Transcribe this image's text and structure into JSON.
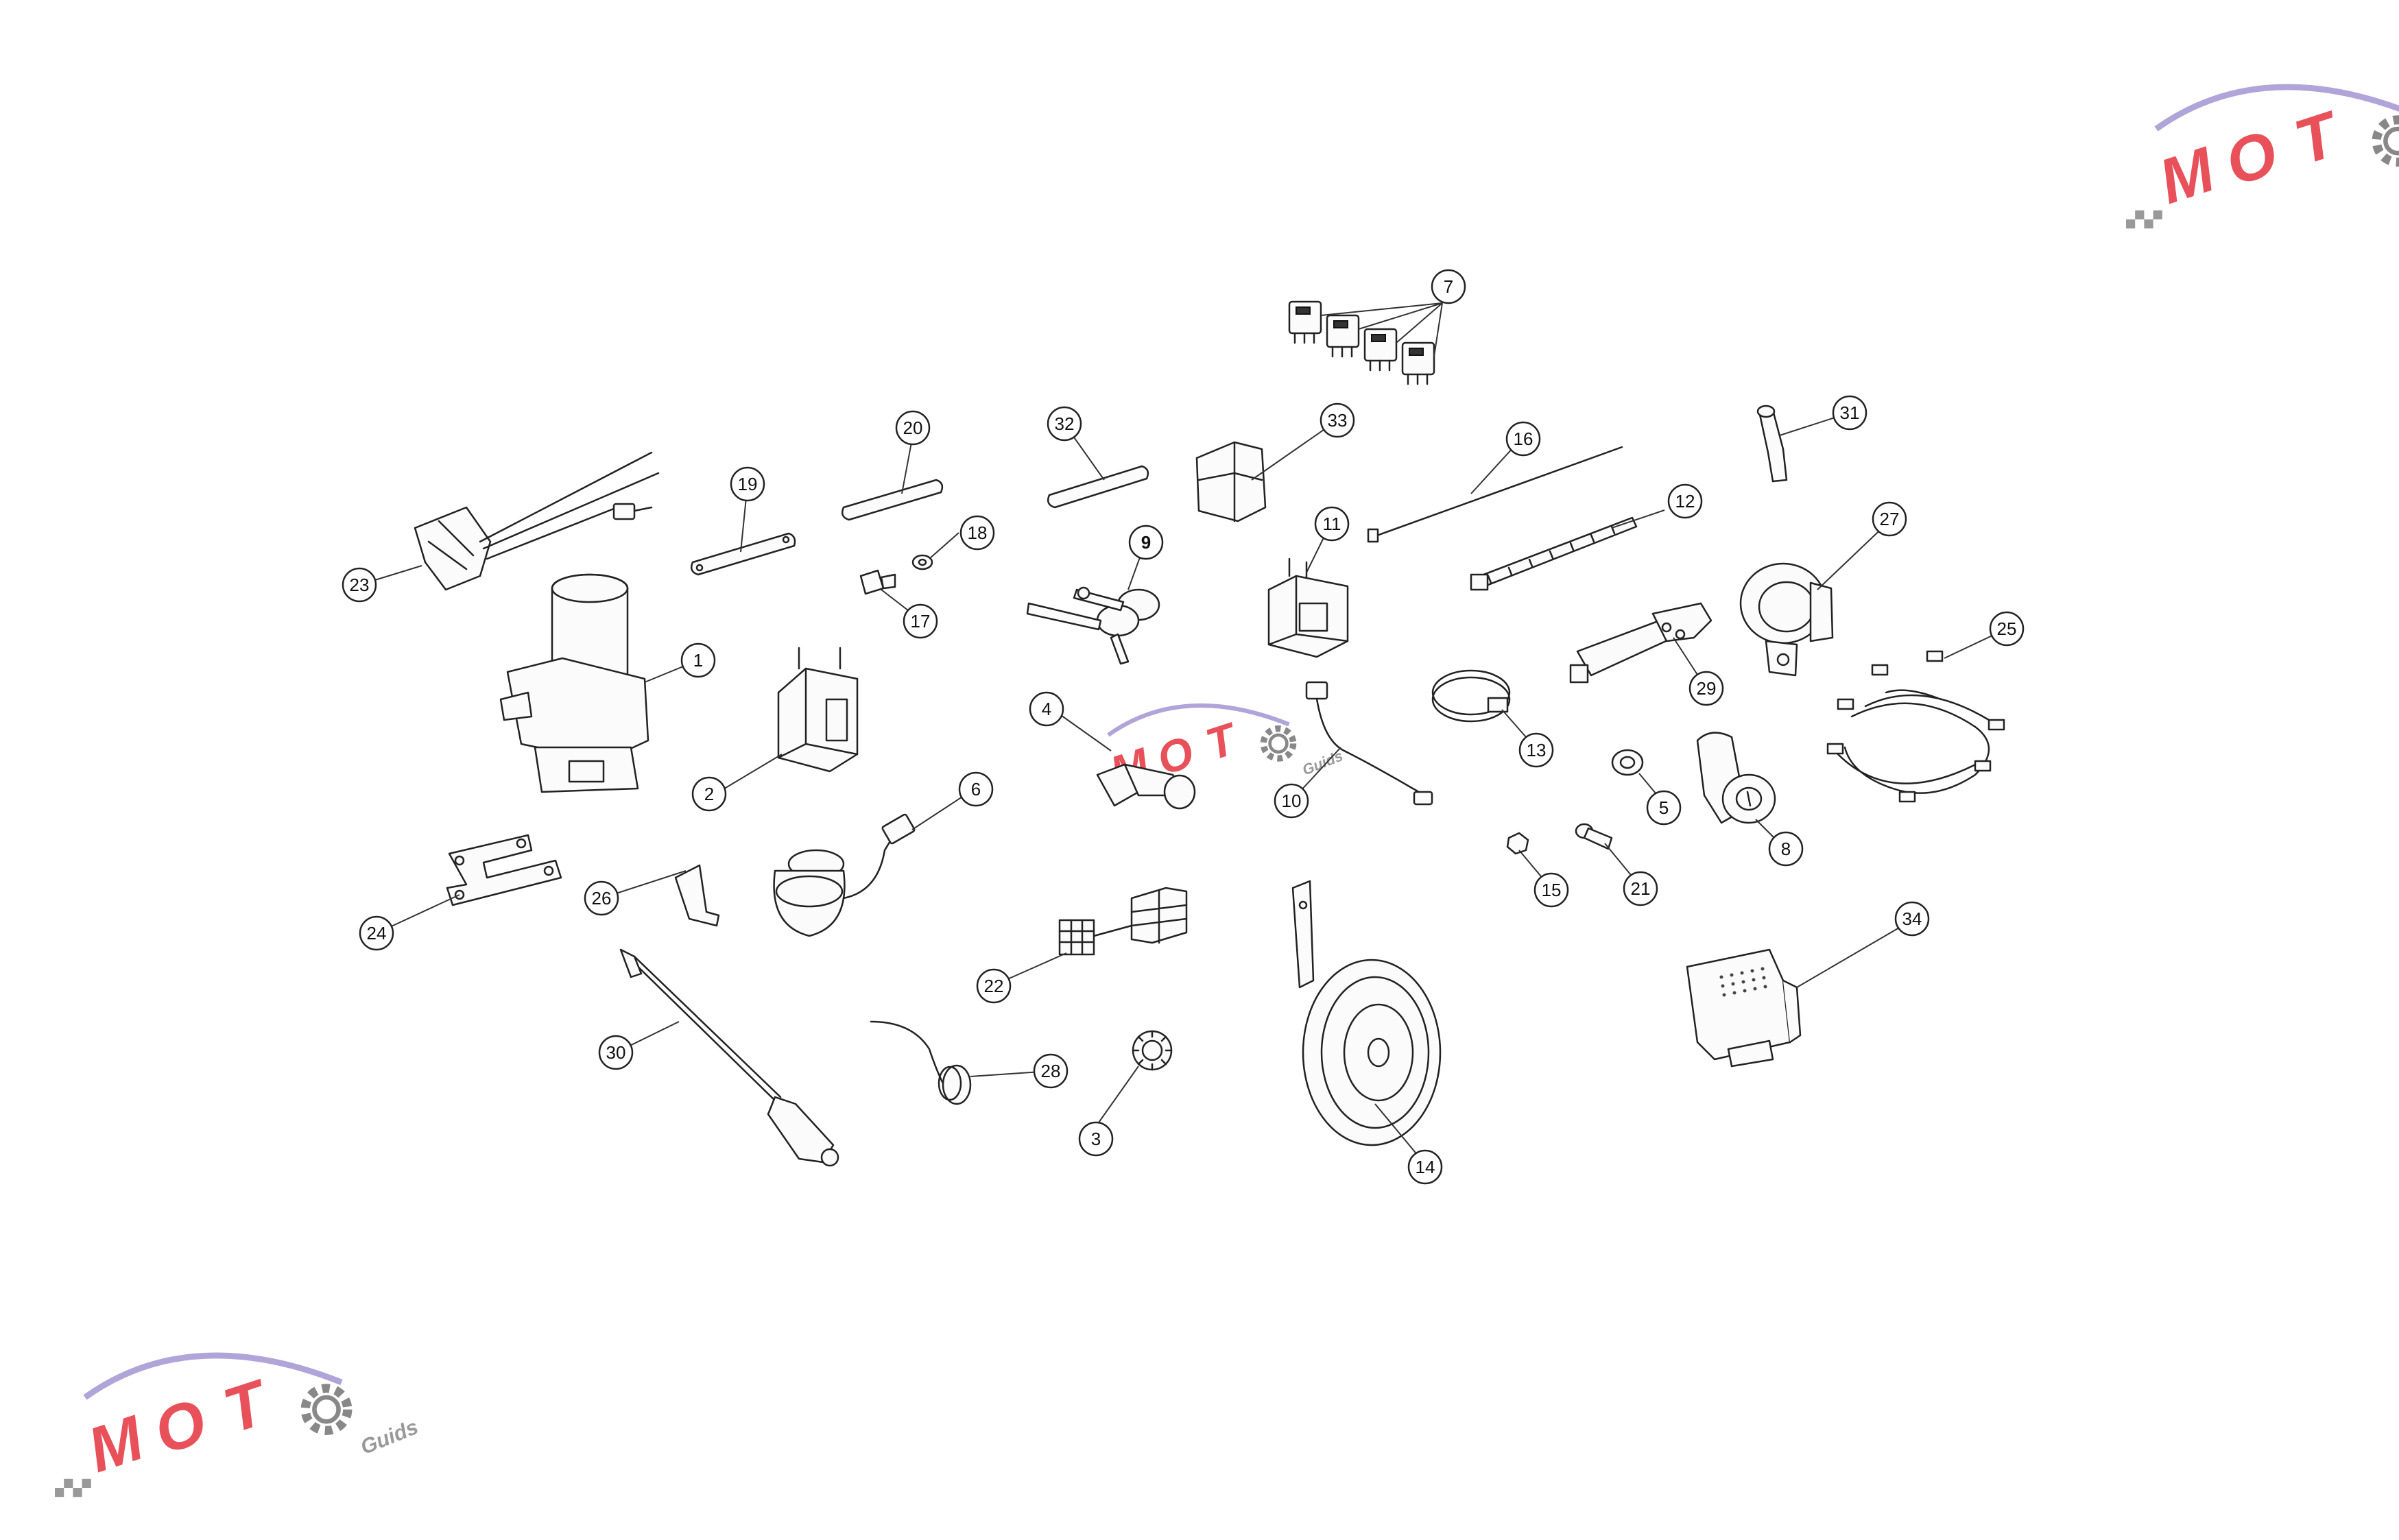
{
  "watermark": {
    "letters": [
      "M",
      "O",
      "T",
      "O"
    ],
    "sub": "Guids",
    "colors": {
      "primary": "#e8505a",
      "swoosh": "#9c8fd0",
      "gear": "#888888"
    }
  },
  "callouts": [
    {
      "id": "c1",
      "label": "1"
    },
    {
      "id": "c2",
      "label": "2"
    },
    {
      "id": "c3",
      "label": "3"
    },
    {
      "id": "c4",
      "label": "4"
    },
    {
      "id": "c5",
      "label": "5"
    },
    {
      "id": "c6",
      "label": "6"
    },
    {
      "id": "c7",
      "label": "7"
    },
    {
      "id": "c8",
      "label": "8"
    },
    {
      "id": "c9",
      "label": "9"
    },
    {
      "id": "c10",
      "label": "10"
    },
    {
      "id": "c11",
      "label": "11"
    },
    {
      "id": "c12",
      "label": "12"
    },
    {
      "id": "c13",
      "label": "13"
    },
    {
      "id": "c14",
      "label": "14"
    },
    {
      "id": "c15",
      "label": "15"
    },
    {
      "id": "c16",
      "label": "16"
    },
    {
      "id": "c17",
      "label": "17"
    },
    {
      "id": "c18",
      "label": "18"
    },
    {
      "id": "c19",
      "label": "19"
    },
    {
      "id": "c20",
      "label": "20"
    },
    {
      "id": "c21",
      "label": "21"
    },
    {
      "id": "c22",
      "label": "22"
    },
    {
      "id": "c23",
      "label": "23"
    },
    {
      "id": "c24",
      "label": "24"
    },
    {
      "id": "c25",
      "label": "25"
    },
    {
      "id": "c26",
      "label": "26"
    },
    {
      "id": "c27",
      "label": "27"
    },
    {
      "id": "c28",
      "label": "28"
    },
    {
      "id": "c29",
      "label": "29"
    },
    {
      "id": "c30",
      "label": "30"
    },
    {
      "id": "c31",
      "label": "31"
    },
    {
      "id": "c32",
      "label": "32"
    },
    {
      "id": "c33",
      "label": "33"
    },
    {
      "id": "c34",
      "label": "34"
    }
  ]
}
